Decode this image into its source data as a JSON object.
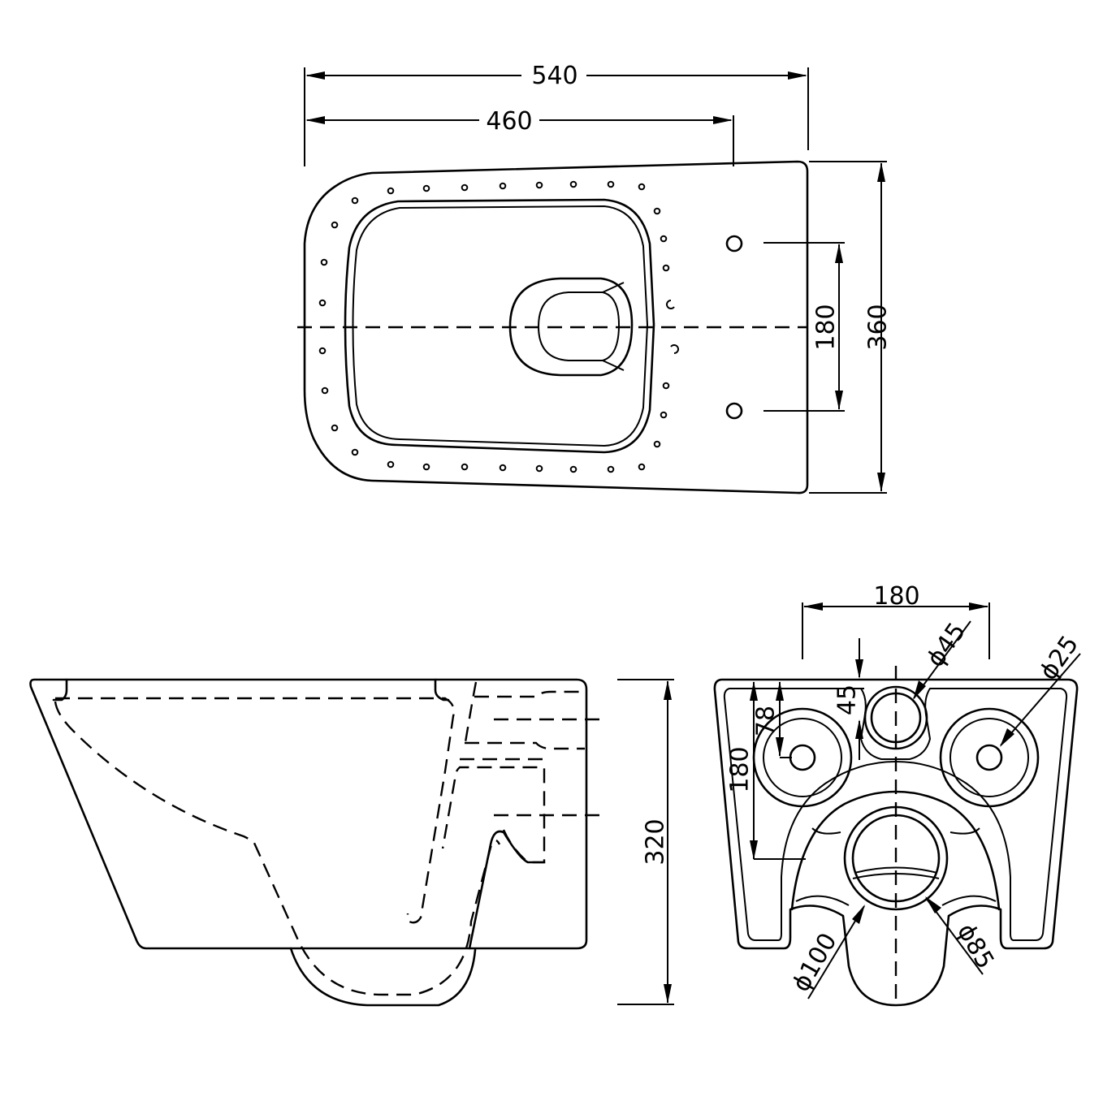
{
  "top_view": {
    "overall_length": "540",
    "fixing_length": "460",
    "overall_width": "360",
    "fixing_hole_spacing": "180"
  },
  "side_view": {
    "height": "320"
  },
  "rear_view": {
    "fixing_spacing": "180",
    "inlet_offset": "45",
    "diameter_45": "ϕ45",
    "diameter_25": "ϕ25",
    "offset_78": "78",
    "offset_180": "180",
    "diameter_100": "ϕ100",
    "diameter_85": "ϕ85"
  }
}
